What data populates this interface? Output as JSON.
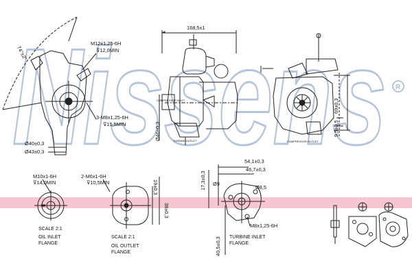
{
  "watermark": {
    "brand": "Nissens",
    "registered": "®"
  },
  "colors": {
    "watermark": "#a9bad3",
    "stripe": "#f2b6c1",
    "line": "#222222"
  },
  "top_left_view": {
    "angle": "74°±2°",
    "thread_top": "M12x1,25-6H",
    "depth_top": "⊽12,0MIN",
    "thread_side": "3-M8x1,25-6H",
    "depth_side": "⊽15,5MIN",
    "dia_1": "Ø40±0,3",
    "dia_2": "Ø43±0,3"
  },
  "center_view": {
    "width_dim": "168,5±1",
    "dia_outlet": "Ø46±0,3",
    "note_compressor_inlet": "COMPRESSOR INLET",
    "note_turbine_outlet": "TURBINE OUTLET"
  },
  "right_view": {
    "dim_69": "69±0,3",
    "dim_9": "9,5±0,5",
    "note_compressor_outlet": "COMPRESSOR OUTLET"
  },
  "oil_inlet": {
    "thread": "M10x1-6H",
    "depth": "⊽14,0MIN",
    "scale": "SCALE 2:1",
    "caption_1": "OIL INLET",
    "caption_2": "FLANGE"
  },
  "oil_outlet": {
    "thread": "2-M6x1-6H",
    "depth": "⊽10,5MIN",
    "dim_19": "19±0,3",
    "dim_38": "38±0,3",
    "scale": "SCALE 2:1",
    "caption_1": "OIL OUTLET",
    "caption_2": "FLANGE"
  },
  "turbine_inlet": {
    "dim_54": "54,1±0,3",
    "dim_46": "46,7±0,3",
    "dim_17": "17,3±0,3",
    "dim_9": "Ø9",
    "dim_8": "Ø8,5",
    "dim_40": "40,5±0,3",
    "thread": "M8x1,25-6H",
    "caption_1": "TURBINE INLET",
    "caption_2": "FLANGE"
  }
}
